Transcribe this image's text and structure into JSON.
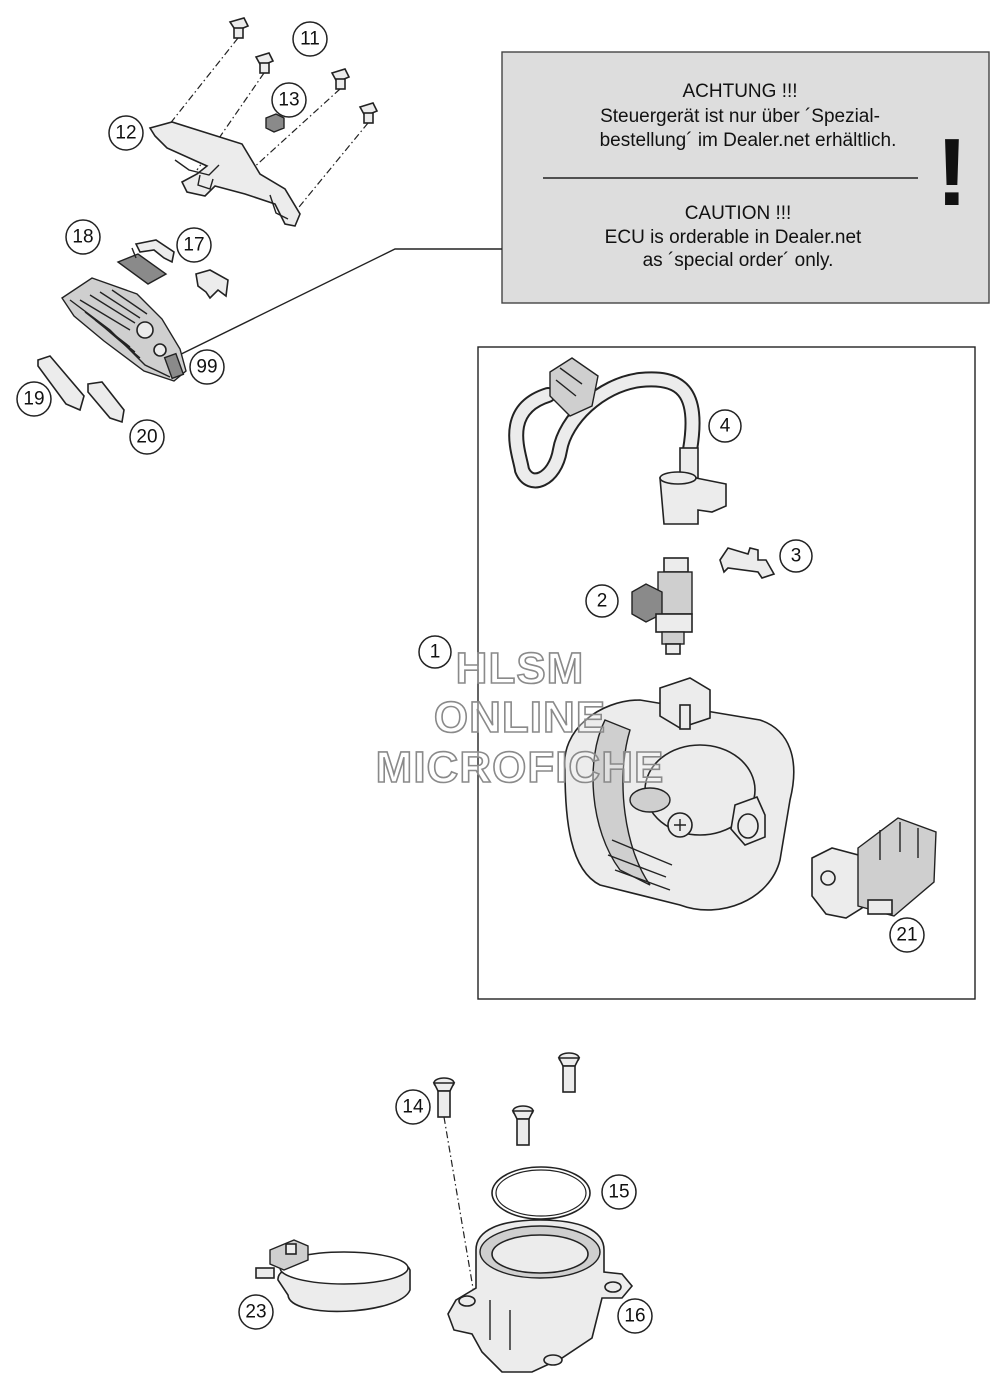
{
  "notice": {
    "de_title": "ACHTUNG !!!",
    "de_line1": "Steuergerät ist nur über ´Spezial-",
    "de_line2": "bestellung´ im Dealer.net erhältlich.",
    "en_title": "CAUTION !!!",
    "en_line1": "ECU is orderable in Dealer.net",
    "en_line2": "as ´special order´ only.",
    "symbol": "!",
    "background_color": "#dddddd"
  },
  "watermark": {
    "line1": "HLSM",
    "line2": "ONLINE",
    "line3": "MICROFICHE"
  },
  "callouts": {
    "c1": "1",
    "c2": "2",
    "c3": "3",
    "c4": "4",
    "c11": "11",
    "c12": "12",
    "c13": "13",
    "c14": "14",
    "c15": "15",
    "c16": "16",
    "c17": "17",
    "c18": "18",
    "c19": "19",
    "c20": "20",
    "c21": "21",
    "c23": "23",
    "c99": "99"
  }
}
